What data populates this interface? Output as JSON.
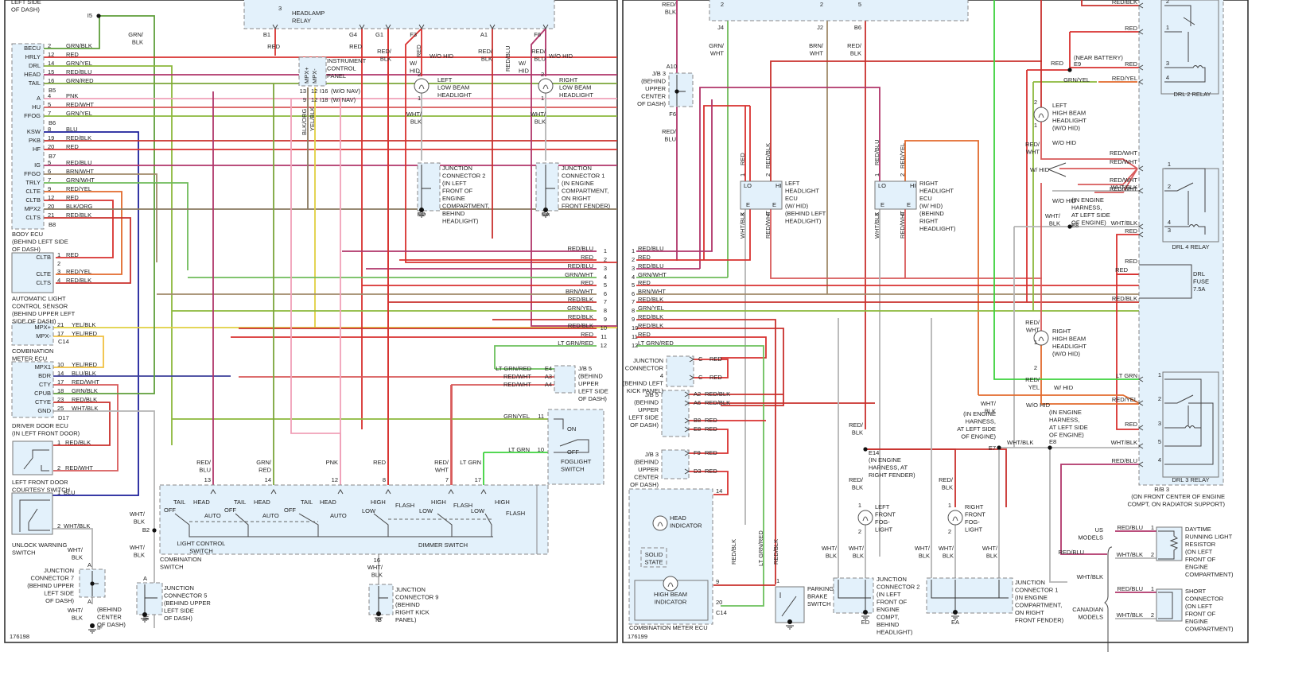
{
  "wire_colors": {
    "RED": "#d8312f",
    "RED/BLK": "#c9302c",
    "RED/BLU": "#b0356a",
    "RED/WHT": "#d85a5a",
    "RED/YEL": "#e26a2c",
    "GRN/BLK": "#5e9e3a",
    "GRN/YEL": "#8cb83c",
    "GRN/RED": "#7ba63a",
    "GRN/WHT": "#6fbb5a",
    "BRN/WHT": "#a08a6a",
    "BLK/ORG": "#8a7a60",
    "BLU": "#1b1f9a",
    "BLU/BLK": "#3b3f9a",
    "PNK": "#f0a0b8",
    "YEL/BLK": "#e0d040",
    "YEL/RED": "#f0c040",
    "LT GRN": "#3cd23c",
    "LT GRN/RED": "#6cc05c",
    "WHT/BLK": "#b5b5b5"
  },
  "left_page": {
    "figure_number": "176198",
    "top_note": [
      "LEFT SIDE",
      "OF DASH)"
    ],
    "splice_I5": "I5",
    "wire_grn_blk": [
      "GRN/",
      "BLK"
    ],
    "body_ecu": {
      "title": [
        "BODY ECU",
        "(BEHIND LEFT SIDE",
        "OF DASH)"
      ],
      "pins": [
        {
          "name": "BECU",
          "num": "2",
          "wire": "GRN/BLK"
        },
        {
          "name": "HRLY",
          "num": "12",
          "wire": "RED"
        },
        {
          "name": "DRL",
          "num": "14",
          "wire": "GRN/YEL"
        },
        {
          "name": "HEAD",
          "num": "15",
          "wire": "RED/BLU"
        },
        {
          "name": "TAIL",
          "num": "16",
          "wire": "GRN/RED"
        },
        {
          "name": "A",
          "num": "4",
          "wire": "PNK"
        },
        {
          "name": "HU",
          "num": "5",
          "wire": "RED/WHT"
        },
        {
          "name": "FFOG",
          "num": "7",
          "wire": "GRN/YEL"
        },
        {
          "name": "KSW",
          "num": "8",
          "wire": "BLU"
        },
        {
          "name": "PKB",
          "num": "19",
          "wire": "RED/BLK"
        },
        {
          "name": "HF",
          "num": "20",
          "wire": "RED"
        },
        {
          "name": "IG",
          "num": "5",
          "wire": "RED/BLU"
        },
        {
          "name": "FFGO",
          "num": "6",
          "wire": "BRN/WHT"
        },
        {
          "name": "TRLY",
          "num": "7",
          "wire": "GRN/WHT"
        },
        {
          "name": "CLTE",
          "num": "9",
          "wire": "RED/YEL"
        },
        {
          "name": "CLTB",
          "num": "12",
          "wire": "RED"
        },
        {
          "name": "MPX2",
          "num": "20",
          "wire": "BLK/ORG"
        },
        {
          "name": "CLTS",
          "num": "21",
          "wire": "RED/BLK"
        }
      ],
      "connectors": [
        "B5",
        "B6",
        "B7",
        "B8"
      ]
    },
    "light_sensor": {
      "title": [
        "AUTOMATIC LIGHT",
        "CONTROL SENSOR",
        "(BEHIND UPPER LEFT",
        "SIDE OF DASH)"
      ],
      "pins": [
        {
          "name": "CLTB",
          "num": "1",
          "wire": "RED"
        },
        {
          "name": "",
          "num": "2",
          "wire": ""
        },
        {
          "name": "CLTE",
          "num": "3",
          "wire": "RED/YEL"
        },
        {
          "name": "CLTS",
          "num": "4",
          "wire": "RED/BLK"
        }
      ]
    },
    "combo_meter": {
      "title": [
        "COMBINATION",
        "METER ECU"
      ],
      "pins": [
        {
          "name": "MPX+",
          "num": "21",
          "wire": "YEL/BLK"
        },
        {
          "name": "MPX-",
          "num": "17",
          "wire": "YEL/RED"
        }
      ],
      "connector": "C14"
    },
    "driver_door_ecu": {
      "title": [
        "DRIVER DOOR ECU",
        "(IN LEFT FRONT DOOR)"
      ],
      "pins": [
        {
          "name": "MPX1",
          "num": "10",
          "wire": "YEL/RED"
        },
        {
          "name": "BDR",
          "num": "14",
          "wire": "BLU/BLK"
        },
        {
          "name": "CTY",
          "num": "17",
          "wire": "RED/WHT"
        },
        {
          "name": "CPUB",
          "num": "18",
          "wire": "GRN/BLK"
        },
        {
          "name": "CTYE",
          "num": "23",
          "wire": "RED/BLK"
        },
        {
          "name": "GND",
          "num": "25",
          "wire": "WHT/BLK"
        }
      ],
      "connector": "D17"
    },
    "courtesy_switch": {
      "title": [
        "LEFT FRONT DOOR",
        "COURTESY SWITCH"
      ],
      "pins": [
        {
          "num": "1",
          "wire": "RED/BLK"
        },
        {
          "num": "2",
          "wire": "RED/WHT"
        }
      ]
    },
    "unlock_switch": {
      "title": [
        "UNLOCK WARNING",
        "SWITCH"
      ],
      "pins": [
        {
          "num": "1",
          "wire": "BLU"
        },
        {
          "num": "2",
          "wire": "WHT/BLK"
        }
      ]
    },
    "jc7": {
      "title": [
        "JUNCTION",
        "CONNECTOR 7",
        "(BEHIND UPPER",
        "LEFT SIDE",
        "OF DASH)"
      ],
      "pin": "A",
      "ground_note": [
        "(BEHIND",
        "CENTER",
        "OF DASH)"
      ],
      "ground": "IF"
    },
    "jc5": {
      "title": [
        "JUNCTION",
        "CONNECTOR 5",
        "(BEHIND UPPER",
        "LEFT SIDE",
        "OF DASH)"
      ],
      "pin": "A",
      "ground": "IE",
      "splice": "B2"
    },
    "jc9": {
      "title": [
        "JUNCTION",
        "CONNECTOR 9",
        "(BEHIND",
        "RIGHT KICK",
        "PANEL)"
      ],
      "pin": "A",
      "ground": "IG",
      "pin_num": "16"
    },
    "headlamp_relay": {
      "label": [
        "HEADLAMP",
        "RELAY"
      ],
      "pin": "3",
      "terminals": [
        "B1",
        "G4",
        "G1",
        "F3",
        "A1",
        "F6"
      ]
    },
    "instrument_panel": {
      "title": [
        "INSTRUMENT",
        "CONTROL",
        "PANEL"
      ],
      "pins": [
        "MPX+",
        "MPX-"
      ],
      "rows": [
        {
          "a": "13",
          "b": "12",
          "conn": "I16",
          "note": "(W/O NAV)"
        },
        {
          "a": "9",
          "b": "12",
          "conn": "I18",
          "note": "(W/ NAV)"
        }
      ],
      "wires": [
        "BLK/ORG",
        "YEL/BLK"
      ]
    },
    "left_low_beam": {
      "title": [
        "LEFT",
        "LOW BEAM",
        "HEADLIGHT"
      ],
      "pin_top": "2",
      "pin_bot": "1",
      "notes": [
        "W/O HID",
        "W/",
        "HID"
      ]
    },
    "right_low_beam": {
      "title": [
        "RIGHT",
        "LOW BEAM",
        "HEADLIGHT"
      ],
      "pin_top": "2",
      "pin_bot": "1"
    },
    "jc2_left": {
      "title": [
        "JUNCTION",
        "CONNECTOR 2",
        "(IN LEFT",
        "FRONT OF",
        "ENGINE",
        "COMPARTMENT,",
        "BEHIND",
        "HEADLIGHT)"
      ],
      "ground": "ED"
    },
    "jc1_left": {
      "title": [
        "JUNCTION",
        "CONNECTOR 1",
        "(IN ENGINE",
        "COMPARTMENT,",
        "ON RIGHT",
        "FRONT FENDER)"
      ],
      "ground": "EA"
    },
    "bus_rows": [
      {
        "num": "1",
        "wire": "RED/BLU"
      },
      {
        "num": "2",
        "wire": "RED"
      },
      {
        "num": "3",
        "wire": "RED/BLU"
      },
      {
        "num": "4",
        "wire": "GRN/WHT"
      },
      {
        "num": "5",
        "wire": "RED"
      },
      {
        "num": "6",
        "wire": "BRN/WHT"
      },
      {
        "num": "7",
        "wire": "RED/BLK"
      },
      {
        "num": "8",
        "wire": "GRN/YEL"
      },
      {
        "num": "9",
        "wire": "RED/BLK"
      },
      {
        "num": "10",
        "wire": "RED/BLK"
      },
      {
        "num": "11",
        "wire": "RED"
      },
      {
        "num": "12",
        "wire": "LT GRN/RED"
      }
    ],
    "jb5": {
      "title": [
        "J/B 5",
        "(BEHIND",
        "UPPER",
        "LEFT SIDE",
        "OF DASH)"
      ],
      "pins": [
        {
          "wire": "LT GRN/RED",
          "term": "E4"
        },
        {
          "wire": "RED/WHT",
          "term": "A3"
        },
        {
          "wire": "RED/WHT",
          "term": "A4"
        }
      ]
    },
    "foglight_switch": {
      "title": [
        "FOGLIGHT",
        "SWITCH"
      ],
      "pins": [
        {
          "wire": "GRN/YEL",
          "num": "11"
        },
        {
          "wire": "LT GRN",
          "num": "10"
        }
      ],
      "positions": [
        "ON",
        "OFF"
      ]
    },
    "combination_switch": {
      "title": [
        "COMBINATION",
        "SWITCH"
      ],
      "pins": [
        {
          "num": "13",
          "wire": [
            "RED/",
            "BLU"
          ]
        },
        {
          "num": "14",
          "wire": [
            "GRN/",
            "RED"
          ]
        },
        {
          "num": "12",
          "wire": [
            "PNK"
          ]
        },
        {
          "num": "8",
          "wire": [
            "RED"
          ]
        },
        {
          "num": "7",
          "wire": [
            "RED/",
            "WHT"
          ]
        },
        {
          "num": "17",
          "wire": [
            "LT GRN"
          ]
        }
      ],
      "light_control_label": [
        "LIGHT CONTROL",
        "SWITCH"
      ],
      "dimmer_label": "DIMMER SWITCH",
      "positions": {
        "tail": "TAIL",
        "head": "HEAD",
        "off": "OFF",
        "auto": "AUTO",
        "high": "HIGH",
        "flash": "FLASH",
        "low": "LOW"
      }
    },
    "wht_blk": [
      "WHT/",
      "BLK"
    ],
    "wire_red": "RED",
    "wire_redblk": [
      "RED/",
      "BLK"
    ],
    "wire_redblu": [
      "RED/",
      "BLU"
    ],
    "wire_red_vert": "RED",
    "wire_redblu_vert": "RED/BLU"
  },
  "right_page": {
    "figure_number": "176199",
    "top_wires": [
      {
        "term": "J4",
        "wire": [
          "GRN/",
          "WHT"
        ]
      },
      {
        "term": "J2",
        "wire": [
          "BRN/",
          "WHT"
        ]
      },
      {
        "term": "B6",
        "wire": [
          "RED/",
          "BLK"
        ]
      }
    ],
    "top_pins": [
      "2",
      "2",
      "5"
    ],
    "top_left_wire": [
      "RED/",
      "BLK"
    ],
    "jb3_top": {
      "title": [
        "J/B 3",
        "(BEHIND",
        "UPPER",
        "CENTER",
        "OF DASH)"
      ],
      "top": "A10",
      "bottom": "F6",
      "wire_below": [
        "RED/",
        "BLU"
      ]
    },
    "left_hid_ecu": {
      "title": [
        "LEFT",
        "HEADLIGHT",
        "ECU",
        "(W/ HID)",
        "(BEHIND LEFT",
        "HEADLIGHT)"
      ],
      "pins": [
        "LO",
        "HI",
        "E",
        "E"
      ],
      "nums": [
        "1",
        "2",
        "3",
        "4"
      ],
      "wires_top": [
        "RED",
        "RED/BLK"
      ],
      "wires_bot": [
        "WHT/BLK",
        "RED/WHT"
      ]
    },
    "right_hid_ecu": {
      "title": [
        "RIGHT",
        "HEADLIGHT",
        "ECU",
        "(W/ HID)",
        "(BEHIND",
        "RIGHT",
        "HEADLIGHT)"
      ],
      "pins": [
        "LO",
        "HI",
        "E",
        "E"
      ],
      "nums": [
        "1",
        "2",
        "3",
        "4"
      ],
      "wires_top": [
        "RED/BLU",
        "RED/YEL"
      ],
      "wires_bot": [
        "WHT/BLK",
        "RED/WHT"
      ]
    },
    "bus_rows": [
      {
        "num": "1",
        "wire": "RED/BLU"
      },
      {
        "num": "2",
        "wire": "RED"
      },
      {
        "num": "3",
        "wire": "RED/BLU"
      },
      {
        "num": "4",
        "wire": "GRN/WHT"
      },
      {
        "num": "5",
        "wire": "RED"
      },
      {
        "num": "6",
        "wire": "BRN/WHT"
      },
      {
        "num": "7",
        "wire": "RED/BLK"
      },
      {
        "num": "8",
        "wire": "GRN/YEL"
      },
      {
        "num": "9",
        "wire": "RED/BLK"
      },
      {
        "num": "10",
        "wire": "RED/BLK"
      },
      {
        "num": "11",
        "wire": "RED"
      },
      {
        "num": "12",
        "wire": "LT GRN/RED"
      }
    ],
    "jc4": {
      "title": [
        "JUNCTION",
        "CONNECTOR",
        "4",
        "(BEHIND LEFT",
        "KICK PANEL)"
      ],
      "pins": [
        {
          "term": "C",
          "wire": "RED"
        },
        {
          "term": "C",
          "wire": "RED"
        }
      ]
    },
    "jb5": {
      "title": [
        "J/B 5",
        "(BEHIND",
        "UPPER",
        "LEFT SIDE",
        "OF DASH)"
      ],
      "pins": [
        {
          "term": "A2",
          "wire": "RED/BLK"
        },
        {
          "term": "A6",
          "wire": "RED/BLK"
        },
        {
          "term": "B8",
          "wire": "RED"
        },
        {
          "term": "E8",
          "wire": "RED"
        }
      ]
    },
    "jb3_mid": {
      "title": [
        "J/B 3",
        "(BEHIND",
        "UPPER",
        "CENTER",
        "OF DASH)"
      ],
      "pins": [
        {
          "term": "F9",
          "wire": "RED"
        },
        {
          "term": "D3",
          "wire": "RED"
        }
      ]
    },
    "meter_ecu": {
      "title": "COMBINATION METER ECU",
      "head_indicator": [
        "HEAD",
        "INDICATOR"
      ],
      "solid_state": [
        "SOLID",
        "STATE"
      ],
      "high_beam": [
        "HIGH BEAM",
        "INDICATOR"
      ],
      "pins": [
        "14",
        "9",
        "20"
      ],
      "connector": "C14",
      "wires": [
        "RED/BLK",
        "LT GRN/RED"
      ]
    },
    "parking_brake": {
      "title": [
        "PARKING",
        "BRAKE",
        "SWITCH"
      ],
      "pin": "1",
      "wire": "RED/BLK"
    },
    "e14": {
      "label": "E14",
      "note": [
        "(IN ENGINE",
        "HARNESS, AT",
        "RIGHT FENDER)"
      ]
    },
    "left_fog": {
      "title": [
        "LEFT",
        "FRONT",
        "FOG-",
        "LIGHT"
      ],
      "pin_top": "1",
      "pin_bot": "2"
    },
    "right_fog": {
      "title": [
        "RIGHT",
        "FRONT",
        "FOG-",
        "LIGHT"
      ],
      "pin_top": "1",
      "pin_bot": "2"
    },
    "jc2": {
      "title": [
        "JUNCTION",
        "CONNECTOR 2",
        "(IN LEFT",
        "FRONT OF",
        "ENGINE",
        "COMPT,",
        "BEHIND",
        "HEADLIGHT)"
      ],
      "ground": "ED",
      "pin": "A"
    },
    "jc1": {
      "title": [
        "JUNCTION",
        "CONNECTOR 1",
        "(IN ENGINE",
        "COMPARTMENT,",
        "ON RIGHT",
        "FRONT FENDER)"
      ],
      "ground": "EA",
      "pin": "A"
    },
    "e7": {
      "label": "E7",
      "note": [
        "(IN ENGINE",
        "HARNESS,",
        "AT LEFT SIDE",
        "OF ENGINE)"
      ]
    },
    "e8a": {
      "label": "E8",
      "note": [
        "(IN ENGINE",
        "HARNESS,",
        "AT LEFT SIDE",
        "OF ENGINE)"
      ]
    },
    "e9": {
      "label": "E9",
      "note": "(NEAR BATTERY)"
    },
    "e8b": {
      "label": "E8",
      "note": [
        "(IN ENGINE",
        "HARNESS,",
        "AT LEFT SIDE",
        "OF ENGINE)"
      ]
    },
    "left_high_beam": {
      "title": [
        "LEFT",
        "HIGH BEAM",
        "HEADLIGHT",
        "(W/O HID)"
      ],
      "pin_top": "2",
      "pin_bot": "1"
    },
    "right_high_beam": {
      "title": [
        "RIGHT",
        "HIGH BEAM",
        "HEADLIGHT",
        "(W/O HID)"
      ],
      "pin_top": "1",
      "pin_bot": "2"
    },
    "notes": {
      "w_hid": "W/ HID",
      "wo_hid": "W/O HID",
      "w_hid_split": [
        "W/",
        "HID"
      ]
    },
    "drl2_relay": {
      "title": "DRL 2 RELAY",
      "pins": [
        {
          "num": "2",
          "wire": "RED/BLK"
        },
        {
          "num": "1",
          "wire": "RED"
        },
        {
          "num": "3",
          "wire": "RED"
        },
        {
          "num": "4",
          "wire": "RED/YEL"
        }
      ]
    },
    "drl4_relay": {
      "title": "DRL 4 RELAY",
      "pins": [
        {
          "num": "1",
          "wire": "RED/WHT"
        },
        {
          "num": "2",
          "wire": "WHT/BLK"
        },
        {
          "num": "4",
          "wire": "WHT/BLK"
        },
        {
          "num": "3",
          "wire": "RED"
        }
      ]
    },
    "drl_fuse": {
      "title": [
        "DRL",
        "FUSE",
        "7.5A"
      ],
      "wires": [
        "RED",
        "RED",
        "RED/BLK"
      ]
    },
    "drl3_relay": {
      "title": "DRL 3 RELAY",
      "pins": [
        {
          "num": "1",
          "wire": "LT GRN"
        },
        {
          "num": "2",
          "wire": "RED/YEL"
        },
        {
          "num": "3",
          "wire": "RED"
        },
        {
          "num": "5",
          "wire": "WHT/BLK"
        },
        {
          "num": "4",
          "wire": "RED/BLU"
        }
      ]
    },
    "rb3": {
      "title": [
        "R/B 3",
        "(ON FRONT CENTER OF ENGINE",
        "COMPT, ON RADIATOR SUPPORT)"
      ]
    },
    "drl_resistor": {
      "title": [
        "DAYTIME",
        "RUNNING LIGHT",
        "RESISTOR",
        "(ON LEFT",
        "FRONT OF",
        "ENGINE",
        "COMPARTMENT)"
      ],
      "pins": [
        {
          "num": "1",
          "wire": "RED/BLU"
        },
        {
          "num": "2",
          "wire": "WHT/BLK"
        }
      ]
    },
    "short_connector": {
      "title": [
        "SHORT",
        "CONNECTOR",
        "(ON LEFT",
        "FRONT OF",
        "ENGINE",
        "COMPARTMENT)"
      ],
      "pins": [
        {
          "num": "1",
          "wire": "RED/BLU"
        },
        {
          "num": "2",
          "wire": "WHT/BLK"
        }
      ]
    },
    "models": {
      "us": [
        "US",
        "MODELS"
      ],
      "canadian": [
        "CANADIAN",
        "MODELS"
      ]
    },
    "grn_yel": "GRN/YEL",
    "red": "RED",
    "red_wht": [
      "RED/",
      "WHT"
    ],
    "red_yel": [
      "RED/",
      "YEL"
    ],
    "wht_blk": [
      "WHT/",
      "BLK"
    ],
    "wht_blk_flat": "WHT/BLK",
    "red_blu": "RED/BLU",
    "red_blk_v": [
      "RED/",
      "BLK"
    ]
  }
}
